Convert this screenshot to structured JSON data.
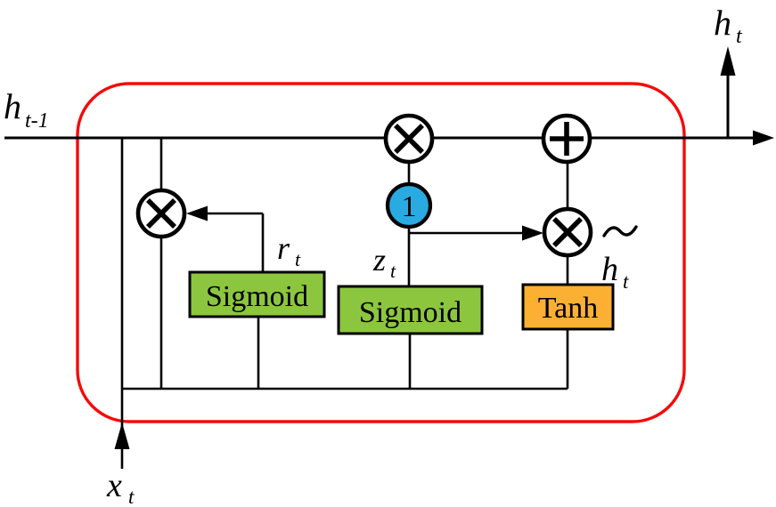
{
  "diagram_type": "gru-cell-block-diagram",
  "colors": {
    "border_red": "#F40B0B",
    "sigmoid_green": "#8CC63F",
    "tanh_orange": "#FBB033",
    "one_blue": "#29ABE2",
    "line_black": "#000000"
  },
  "labels": {
    "h_prev": {
      "base": "h",
      "sub": "t-1"
    },
    "h_out": {
      "base": "h",
      "sub": "t"
    },
    "h_tilde": {
      "base": "h",
      "sub": "t",
      "tilde": "~"
    },
    "x_in": {
      "base": "x",
      "sub": "t"
    },
    "r_gate": {
      "base": "r",
      "sub": "t"
    },
    "z_gate": {
      "base": "z",
      "sub": "t"
    }
  },
  "nodes": {
    "reset_sigmoid": {
      "label": "Sigmoid"
    },
    "update_sigmoid": {
      "label": "Sigmoid"
    },
    "candidate_tanh": {
      "label": "Tanh"
    },
    "one_minus": {
      "label": "1"
    }
  },
  "operators": {
    "multiply": "circle-times",
    "add": "circle-plus"
  }
}
